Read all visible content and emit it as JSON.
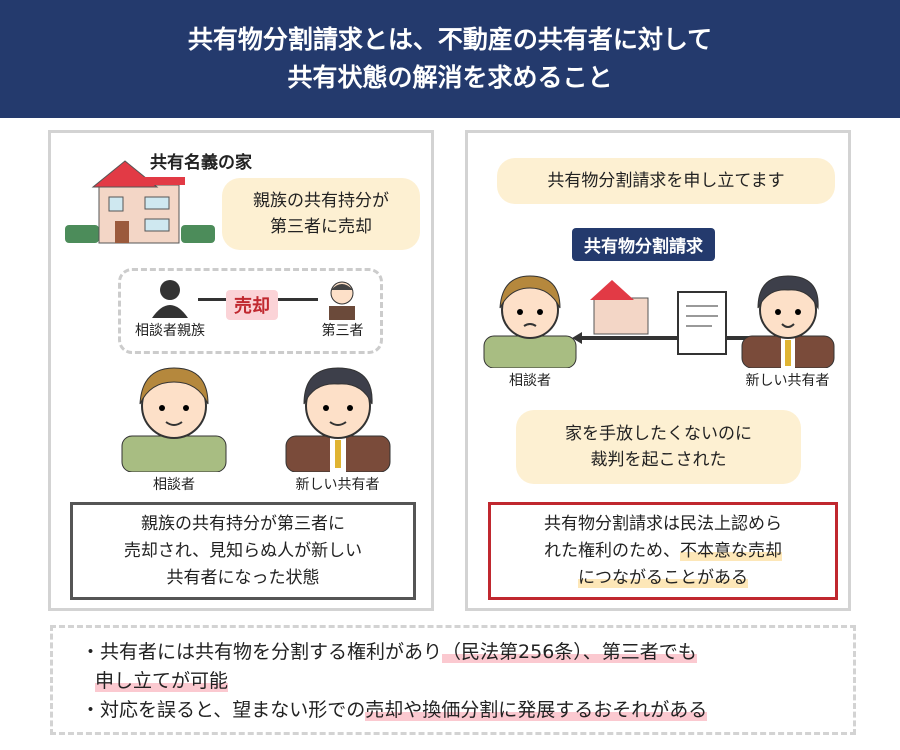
{
  "header": {
    "line1": "共有物分割請求とは、不動産の共有者に対して",
    "line2": "共有状態の解消を求めること"
  },
  "left": {
    "house_title": "共有名義の家",
    "bubble_line1": "親族の共有持分が",
    "bubble_line2": "第三者に売却",
    "relative_label": "相談者親族",
    "sale_label": "売却",
    "third_party_label": "第三者",
    "client_label": "相談者",
    "new_owner_label": "新しい共有者",
    "box_line1": "親族の共有持分が第三者に",
    "box_line2": "売却され、見知らぬ人が新しい",
    "box_line3": "共有者になった状態"
  },
  "right": {
    "bubble_top": "共有物分割請求を申し立てます",
    "claim_tag": "共有物分割請求",
    "client_label": "相談者",
    "new_owner_label": "新しい共有者",
    "bubble_line1": "家を手放したくないのに",
    "bubble_line2": "裁判を起こされた",
    "box_line1": "共有物分割請求は民法上認めら",
    "box_line2a": "れた権利のため、",
    "box_line2b": "不本意な売却",
    "box_line3": "につながることがある"
  },
  "bottom": {
    "b1a": "・共有者には共有物を分割する権利があり",
    "b1b": "（民法第256条）、第三者でも",
    "b1c": "申し立てが可能",
    "b2a": "・対応を誤ると、望まない形での",
    "b2b": "売却や換価分割に発展するおそれがある"
  },
  "colors": {
    "navy": "#243a6d",
    "red": "#c0282f",
    "bubble": "#fdf0d2"
  }
}
